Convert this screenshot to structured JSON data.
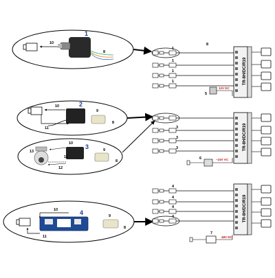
{
  "systems": [
    {
      "group_number": "1",
      "side_labels": [
        "10",
        "8"
      ],
      "cable_number": "8",
      "channel_label": "1",
      "hub_label": "TR-8H/DC/R19",
      "power_number": "5",
      "power_voltage": "12V DC"
    },
    {
      "group_number": "2",
      "group_number_b": "3",
      "side_labels": [
        "10",
        "9",
        "11",
        "8"
      ],
      "side_labels_b": [
        "13",
        "10",
        "9",
        "11",
        "12",
        "8"
      ],
      "channel_label": "3",
      "hub_label": "TR-8H/DC/R19",
      "power_number": "6",
      "power_voltage": "~24V AC"
    },
    {
      "group_number": "4",
      "side_labels": [
        "10",
        "9",
        "11",
        "8"
      ],
      "channel_label": "4",
      "hub_label": "TR-8H/DC/R19",
      "power_number": "7",
      "power_voltage": "48V DC"
    }
  ]
}
